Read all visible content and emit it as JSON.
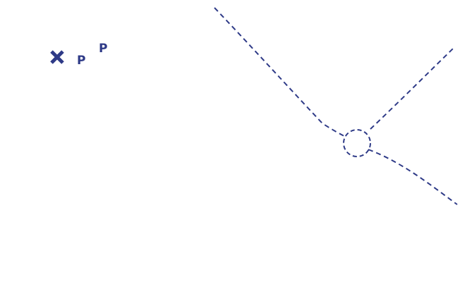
{
  "map": {
    "line_color": "#2e3a87",
    "markers": [
      {
        "icon": "cross-icon"
      },
      {
        "label": "P"
      },
      {
        "label": "P"
      }
    ],
    "routes": [
      "route-upper-left",
      "route-upper-right",
      "route-lower-right"
    ],
    "junction": {
      "icon": "dashed-circle-junction"
    }
  }
}
